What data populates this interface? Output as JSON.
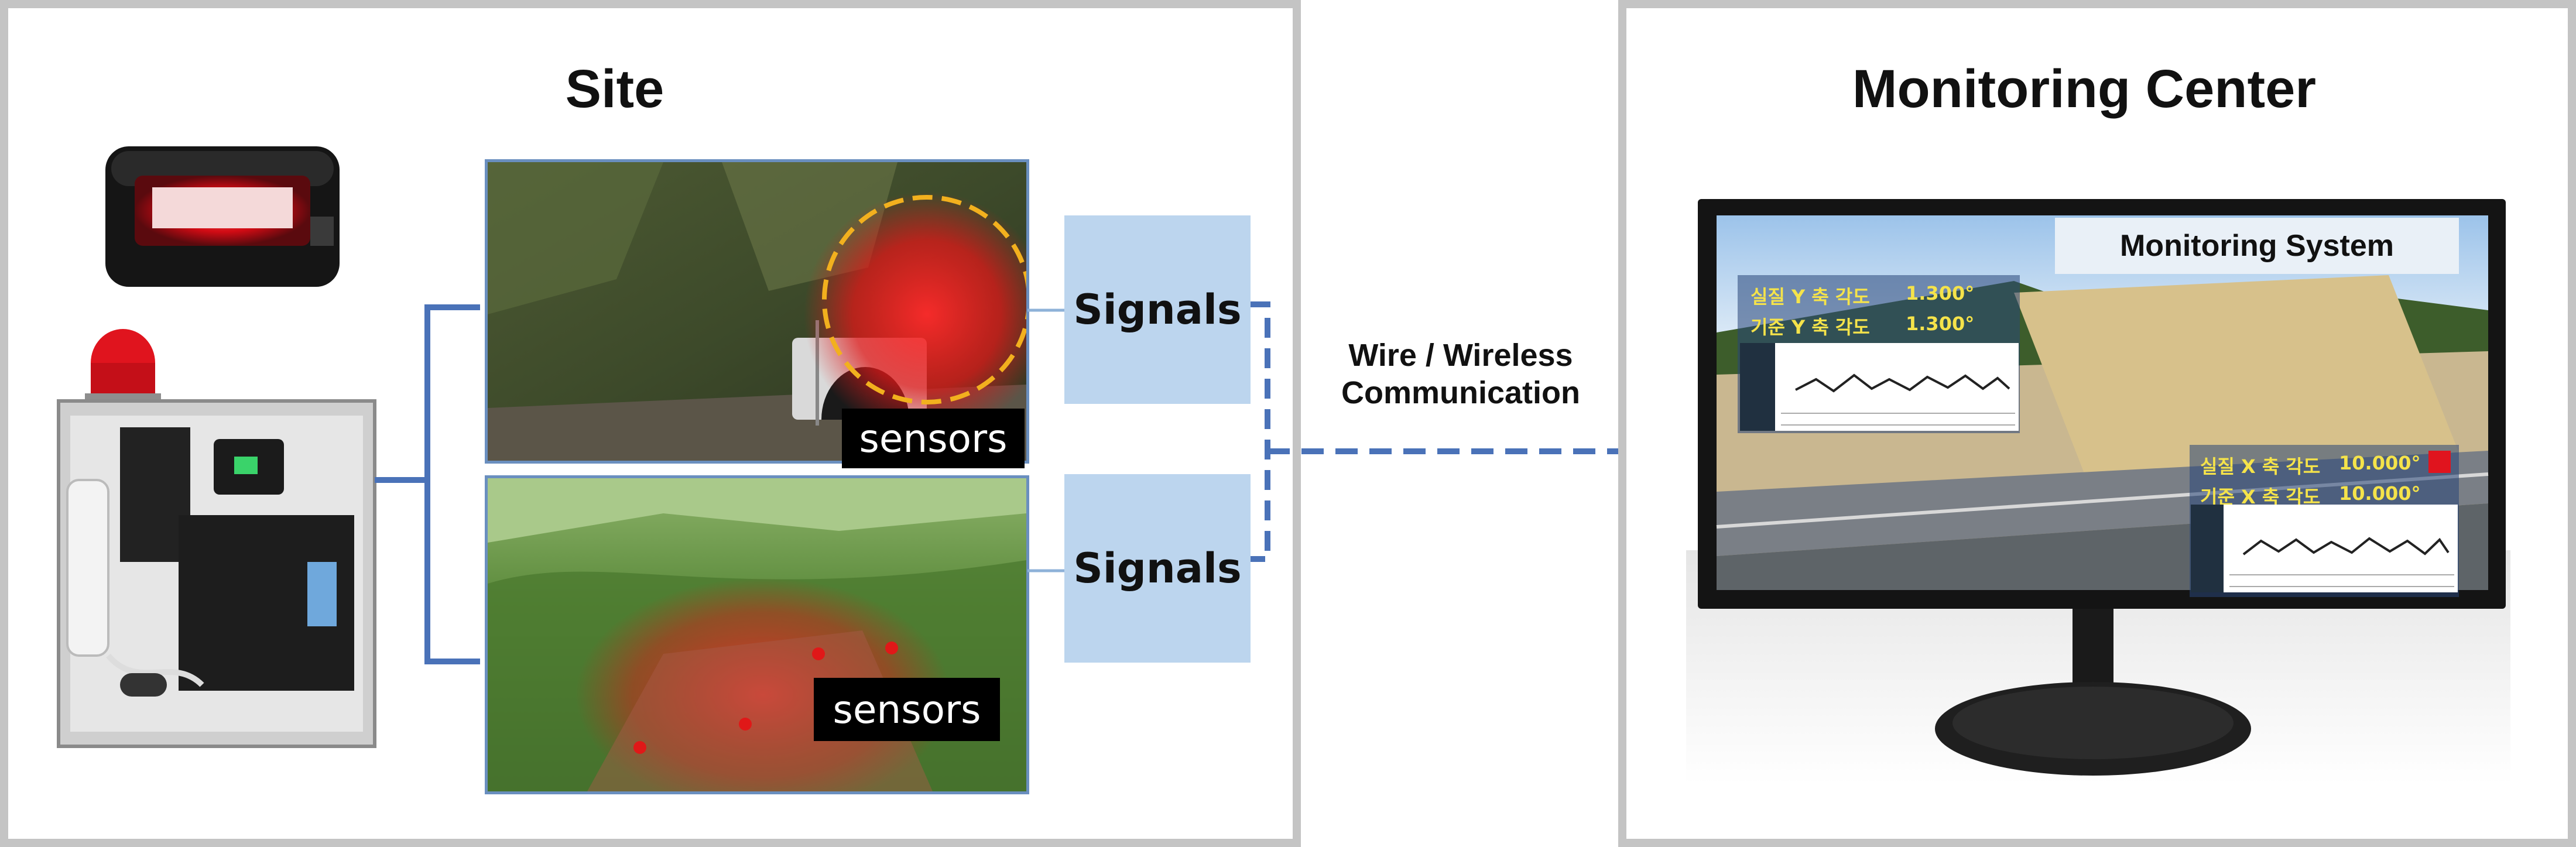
{
  "site": {
    "title": "Site"
  },
  "center": {
    "title": "Monitoring Center"
  },
  "sensors": {
    "top_label": "sensors",
    "bottom_label": "sensors"
  },
  "signals": {
    "top_label": "Signals",
    "bottom_label": "Signals"
  },
  "communication": {
    "line1": "Wire / Wireless",
    "line2": "Communication"
  },
  "monitor": {
    "header": "Monitoring System",
    "left_readout": {
      "label1": "실질 Y 축 각도",
      "value1": "1.300°",
      "label2": "기준 Y 축 각도",
      "value2": "1.300°"
    },
    "right_readout": {
      "label1": "실질 X 축 각도",
      "value1": "10.000°",
      "label2": "기준 X 축 각도",
      "value2": "10.000°"
    }
  },
  "colors": {
    "panel_border": "#c4c4c4",
    "connector_blue": "#4a72b8",
    "signal_fill": "#bcd5ee",
    "alarm_red": "#e0141e"
  }
}
